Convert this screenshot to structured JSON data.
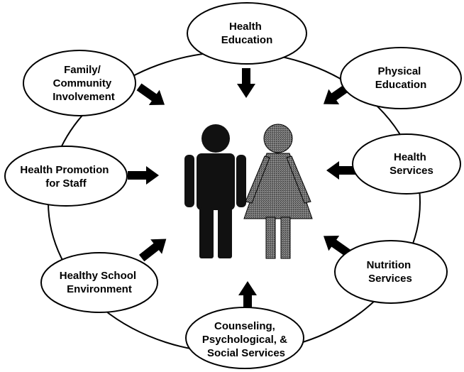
{
  "nodes": [
    {
      "id": "health-education",
      "lines": [
        "Health",
        "Education"
      ]
    },
    {
      "id": "physical-education",
      "lines": [
        "Physical",
        "Education"
      ]
    },
    {
      "id": "health-services",
      "lines": [
        "Health",
        "Services"
      ]
    },
    {
      "id": "nutrition-services",
      "lines": [
        "Nutrition",
        "Services"
      ]
    },
    {
      "id": "counseling-services",
      "lines": [
        "Counseling,",
        "Psychological, &",
        "Social Services"
      ]
    },
    {
      "id": "healthy-school-environment",
      "lines": [
        "Healthy School",
        "Environment"
      ]
    },
    {
      "id": "health-promotion-staff",
      "lines": [
        "Health Promotion",
        "for Staff"
      ]
    },
    {
      "id": "family-community-involvement",
      "lines": [
        "Family/",
        "Community",
        "Involvement"
      ]
    }
  ],
  "center": {
    "figures": [
      "man-figure-icon",
      "woman-figure-icon"
    ]
  },
  "colors": {
    "stroke": "#000000",
    "background": "#ffffff",
    "man_fill": "#111111",
    "woman_fill": "#666666"
  }
}
